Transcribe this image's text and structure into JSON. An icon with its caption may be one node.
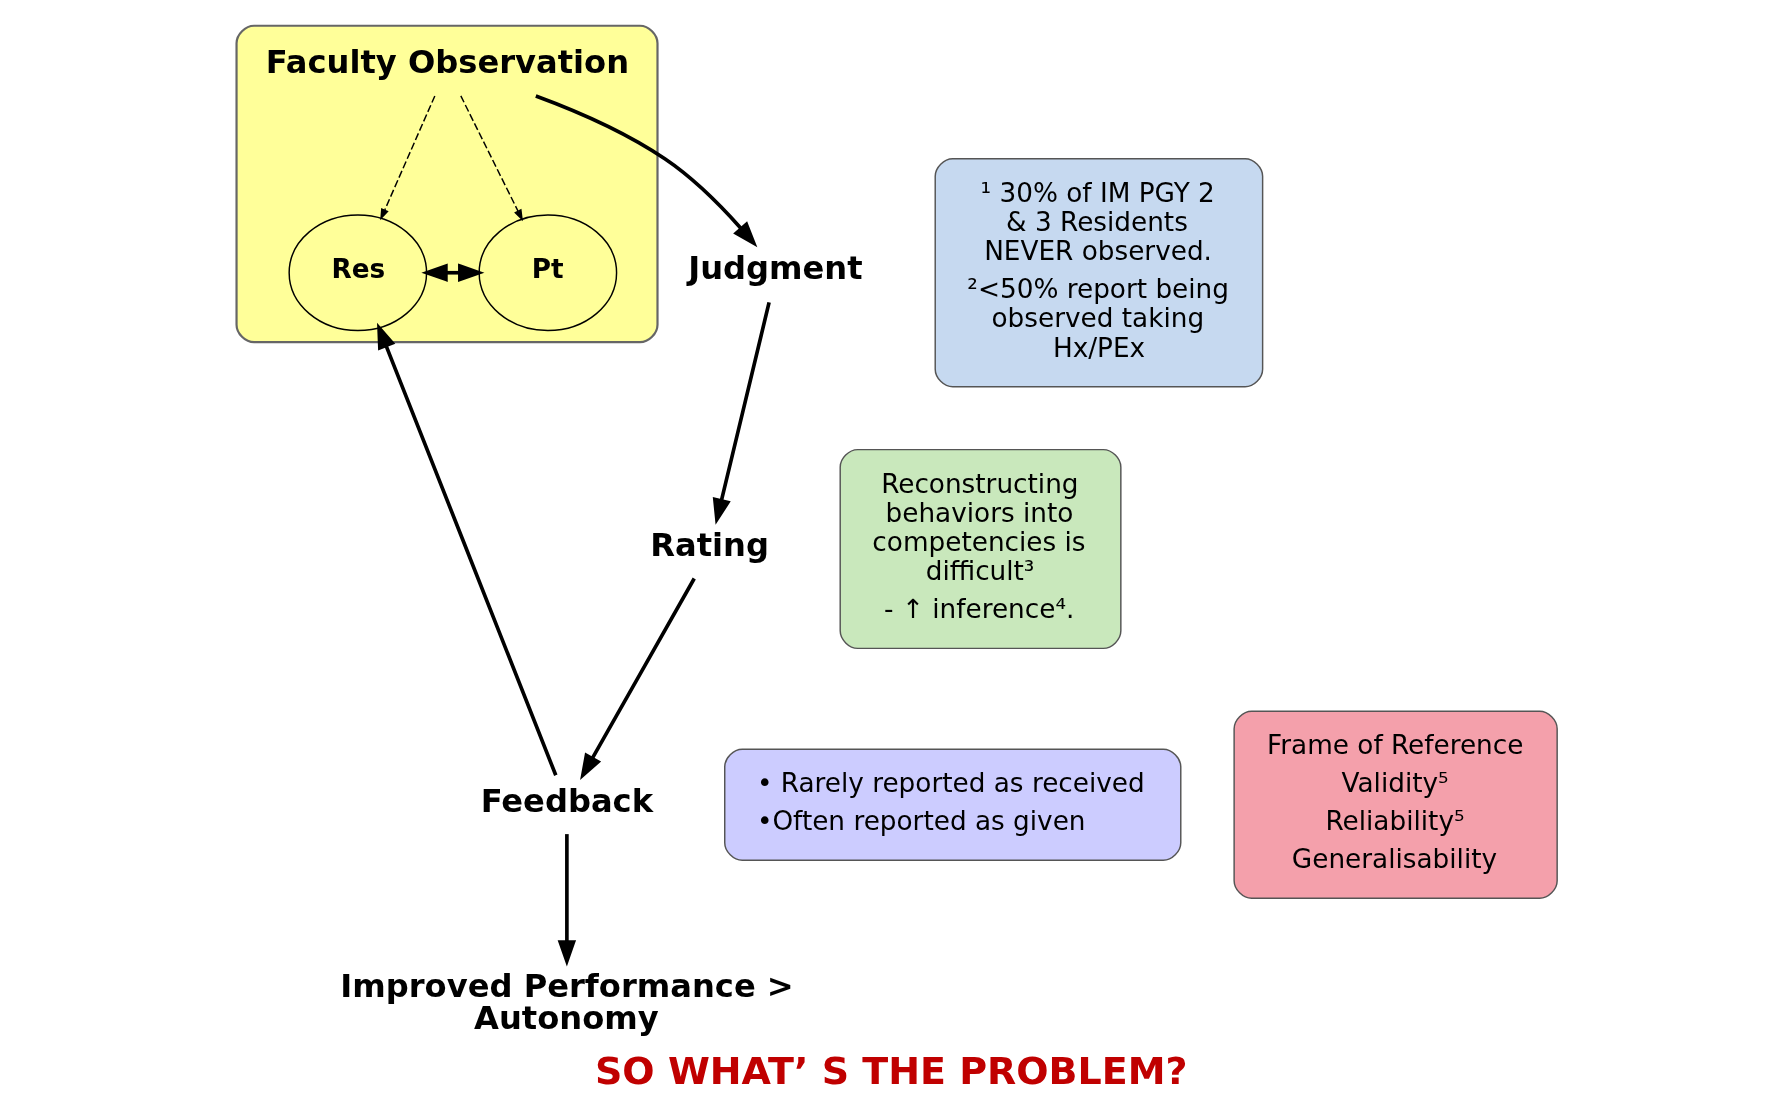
{
  "diagram": {
    "caption": "SO WHAT’ S THE PROBLEM?",
    "nodes": [
      {
        "text": [],
        "shape": "box"
      },
      {
        "text": [
          "Faculty Observation"
        ],
        "in": 0
      },
      {
        "text": [
          "¹ 30% of IM PGY 2 & 3 Residents NEVER observed.",
          "²<50% report being observed taking Hx/PEx"
        ]
      },
      {
        "text": [
          "Improved Performance > Autonomy"
        ]
      },
      {
        "text": [
          "Judgment"
        ]
      },
      {
        "text": [
          "Reconstructing behaviors into competencies is difficult³",
          "- ↑ inference⁴."
        ]
      },
      {
        "text": [
          "Res"
        ],
        "in": 0
      },
      {
        "text": [
          "Pt"
        ],
        "in": 0
      },
      {
        "text": [
          "Feedback"
        ]
      },
      {
        "text": [
          "Rating"
        ]
      },
      {
        "text": [
          "• Rarely reported as received",
          "•Often reported as given"
        ]
      },
      {
        "text": [
          "Frame of Reference",
          "Validity⁵",
          "Reliability⁵",
          "Generalisability"
        ]
      }
    ],
    "edges": [
      {
        "from": 1,
        "to": 4,
        "arrow": "to"
      },
      {
        "from": 4,
        "to": 9,
        "arrow": "to"
      },
      {
        "from": 9,
        "to": 8,
        "arrow": "to"
      },
      {
        "from": 8,
        "to": 6,
        "arrow": "to"
      },
      {
        "from": 8,
        "to": 3,
        "arrow": "to"
      },
      {
        "from": 1,
        "to": 6,
        "arrow": "to",
        "style": "dashed"
      },
      {
        "from": 1,
        "to": 7,
        "arrow": "to",
        "style": "dashed"
      },
      {
        "from": 6,
        "to": 7,
        "arrow": "both"
      }
    ]
  }
}
